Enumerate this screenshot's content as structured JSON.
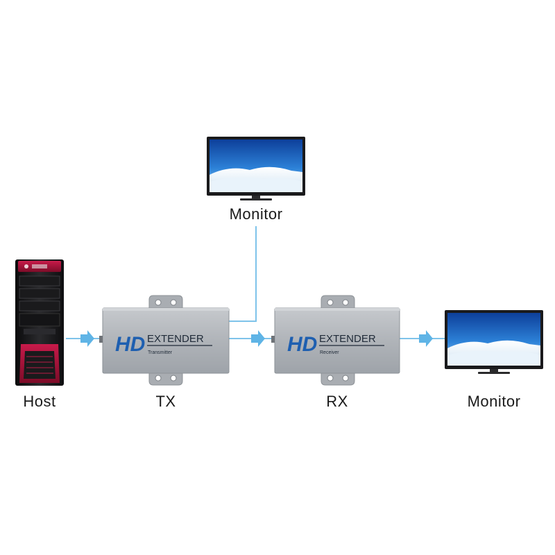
{
  "labels": {
    "host": "Host",
    "tx": "TX",
    "rx": "RX",
    "monitor_top": "Monitor",
    "monitor_right": "Monitor"
  },
  "devices": {
    "tx": {
      "brand": "HD",
      "model": "EXTENDER",
      "subtitle": "Transmitter"
    },
    "rx": {
      "brand": "HD",
      "model": "EXTENDER",
      "subtitle": "Receiver"
    }
  },
  "colors": {
    "cable": "#7ec3ea",
    "arrow": "#5fb4e6",
    "brand": "#1e5fb0",
    "chassis": "#b3b7bc",
    "host_accent": "#a8123a"
  }
}
